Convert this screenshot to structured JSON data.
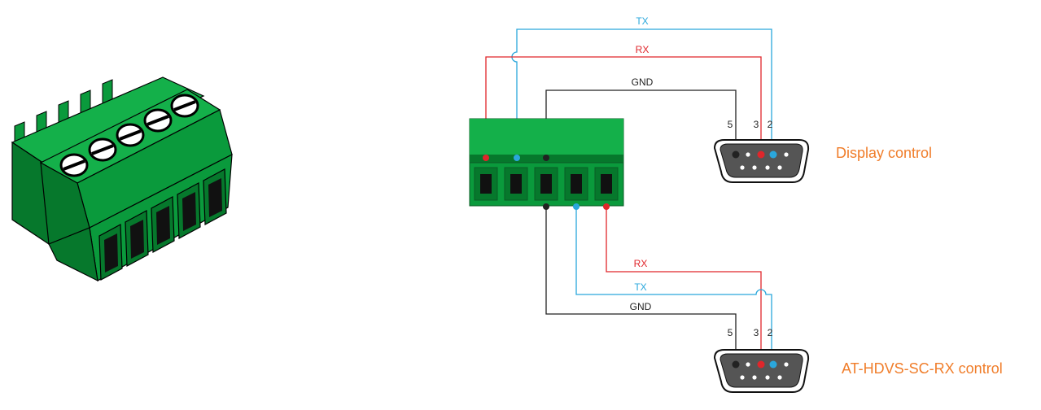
{
  "colors": {
    "tx": "#2aa7dc",
    "rx": "#e0262b",
    "gnd": "#222222",
    "accent": "#f07d2a",
    "block_green": "#0a9a3c",
    "block_dark": "#06782c",
    "block_light": "#14b04a"
  },
  "terminal_block_illustration": {
    "icon": "phoenix-terminal-block-5pin"
  },
  "top_wiring": {
    "tx_label": "TX",
    "rx_label": "RX",
    "gnd_label": "GND",
    "pin_labels": [
      "5",
      "3",
      "2"
    ],
    "connector_label": "Display control"
  },
  "bottom_wiring": {
    "rx_label": "RX",
    "tx_label": "TX",
    "gnd_label": "GND",
    "pin_labels": [
      "5",
      "3",
      "2"
    ],
    "connector_label": "AT-HDVS-SC-RX control"
  }
}
